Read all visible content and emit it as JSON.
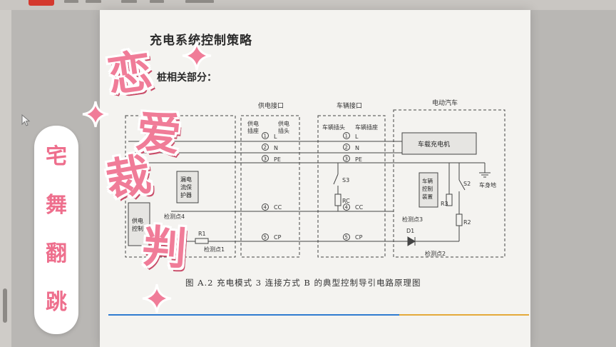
{
  "document": {
    "title": "充电系统控制策略",
    "subtitle": "桩相关部分：",
    "caption": "图 A.2   充电模式 3 连接方式 B 的典型控制导引电路原理图",
    "sections": {
      "supply_interface": "供电接口",
      "vehicle_interface": "车辆接口",
      "ev": "电动汽车"
    },
    "labels": {
      "supply_socket": "供电\n插座",
      "supply_plug": "供电\n插头",
      "vehicle_plug": "车辆插头",
      "vehicle_socket": "车辆插座",
      "onboard_charger": "车载充电机",
      "leakage_protector": "漏电\n流保\n护器",
      "vehicle_controller": "车辆\n控制\n装置",
      "body_ground": "车身地",
      "supply_control": "供电\n控制",
      "detect_point_4": "检测点4",
      "detect_point_1": "检测点1",
      "detect_point_3": "检测点3",
      "detect_point_2": "检测点2",
      "s3": "S3",
      "s2": "S2",
      "rc": "RC",
      "r1": "R1",
      "r2": "R2",
      "r3": "R3",
      "d1": "D1",
      "pins": [
        "L",
        "N",
        "PE",
        "CC",
        "CP"
      ],
      "pin_numbers": [
        "1",
        "2",
        "3",
        "4",
        "5"
      ]
    }
  },
  "overlay": {
    "pill_text": [
      "宅",
      "舞",
      "翻",
      "跳"
    ],
    "big_text": [
      "恋",
      "爱",
      "裁",
      "判"
    ],
    "colors": {
      "pink": "#f07c98",
      "pill_text": "#ee6f8d"
    }
  }
}
